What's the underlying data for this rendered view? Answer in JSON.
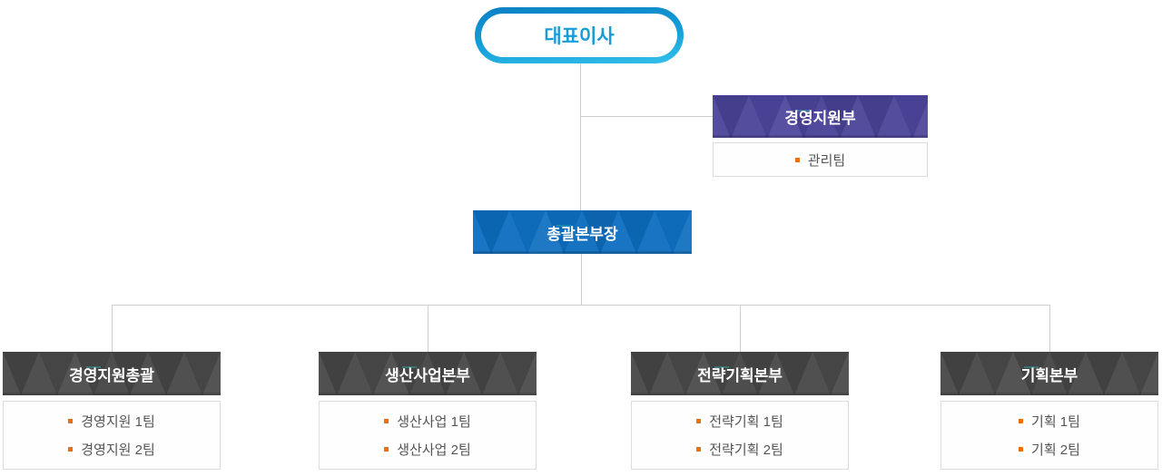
{
  "colors": {
    "pill_border_top": "#0c80c4",
    "pill_border_bottom": "#33c0ea",
    "pill_text": "#189cd8",
    "support_dept_bg": "#4b4399",
    "general_director_bg": "#0d6ec0",
    "division_bg": "#474747",
    "bar_text": "#ffffff",
    "connector_line": "#cfcfcf",
    "listbox_border": "#dcdcdc",
    "team_bullet": "#e8700f",
    "team_text": "#555555"
  },
  "icons": {
    "team_bullet": "square-bullet"
  },
  "org": {
    "ceo": {
      "label": "대표이사"
    },
    "support_dept": {
      "label": "경영지원부",
      "teams": [
        "관리팀"
      ]
    },
    "general_director": {
      "label": "총괄본부장"
    },
    "divisions": [
      {
        "label": "경영지원총괄",
        "teams": [
          "경영지원 1팀",
          "경영지원 2팀"
        ]
      },
      {
        "label": "생산사업본부",
        "teams": [
          "생산사업 1팀",
          "생산사업 2팀"
        ]
      },
      {
        "label": "전략기획본부",
        "teams": [
          "전략기획 1팀",
          "전략기획 2팀"
        ]
      },
      {
        "label": "기획본부",
        "teams": [
          "기획 1팀",
          "기획 2팀"
        ]
      }
    ]
  }
}
